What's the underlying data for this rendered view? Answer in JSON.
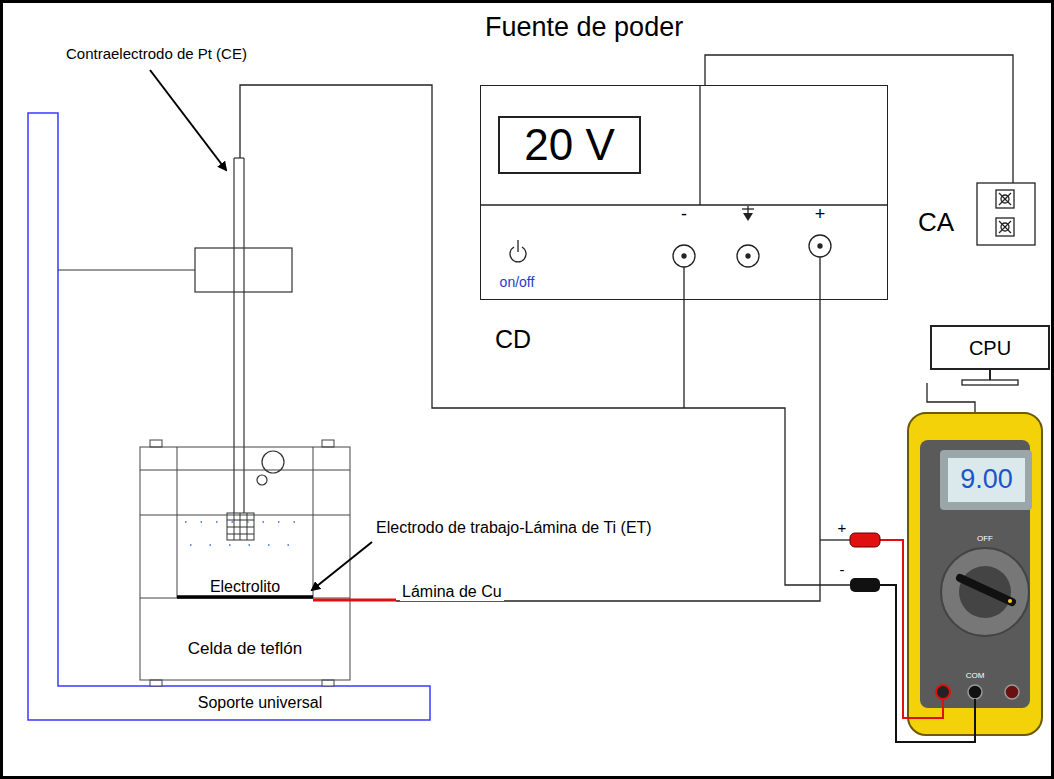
{
  "diagram": {
    "nodes": [
      {
        "text": [
          "Fuente de poder"
        ]
      },
      {
        "text": [
          "20 V"
        ],
        "in": 0
      },
      {
        "text": [
          "CPU"
        ]
      },
      {
        "text": [
          "9.00"
        ]
      },
      {
        "text": [
          "Electrolito",
          "Celda de teflón"
        ]
      }
    ],
    "labels": [
      "Contraelectrodo de Pt (CE)",
      "on/off",
      "-",
      "+",
      "CD",
      "CA",
      "+",
      "-",
      "OFF",
      "COM",
      "Electrodo de trabajo-Lámina de Ti (ET)",
      "Lámina de Cu",
      "Soporte universal"
    ]
  }
}
